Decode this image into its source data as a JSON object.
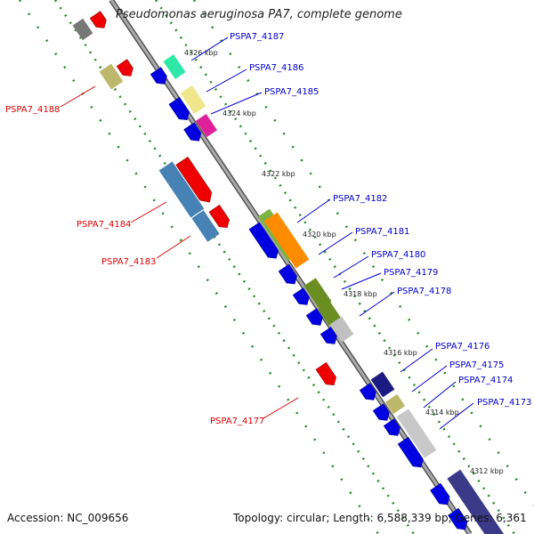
{
  "title": "Pseudomonas aeruginosa PA7, complete genome",
  "footer": {
    "accession": "Accession: NC_009656",
    "stats": "Topology: circular; Length: 6,588,339 bp; Genes: 6,361"
  },
  "colors": {
    "forward_label": "#0000cc",
    "reverse_label": "#dd0000",
    "backbone": "#888888",
    "gc_dots": "#228b22"
  },
  "ticks": [
    "4326 kbp",
    "4324 kbp",
    "4322 kbp",
    "4320 kbp",
    "4318 kbp",
    "4316 kbp",
    "4314 kbp",
    "4312 kbp"
  ],
  "forward_labels": [
    "PSPA7_4187",
    "PSPA7_4186",
    "PSPA7_4185",
    "PSPA7_4182",
    "PSPA7_4181",
    "PSPA7_4180",
    "PSPA7_4179",
    "PSPA7_4178",
    "PSPA7_4176",
    "PSPA7_4175",
    "PSPA7_4174",
    "PSPA7_4173"
  ],
  "reverse_labels": [
    "PSPA7_4188",
    "PSPA7_4184",
    "PSPA7_4183",
    "PSPA7_4177"
  ]
}
